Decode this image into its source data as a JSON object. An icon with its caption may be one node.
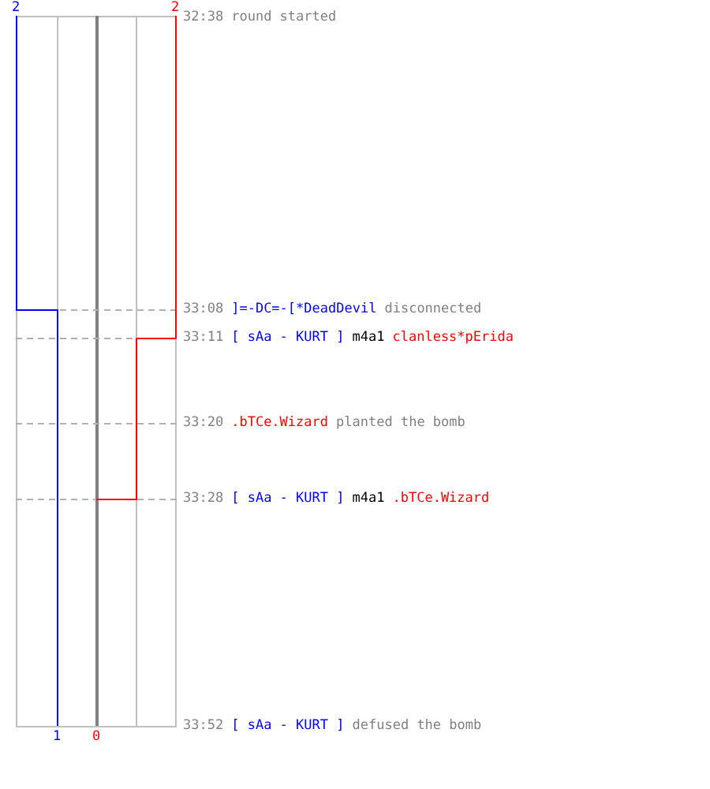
{
  "diagram": {
    "labels": [
      "2",
      "2",
      "32:38",
      "round started",
      "33:08",
      "]=-DC=-[*DeadDevil",
      "disconnected",
      "33:11",
      "[ sAa - KURT ]",
      "m4a1",
      "clanless*pErida",
      "33:20",
      ".bTCe.Wizard",
      "planted the bomb",
      "33:28",
      "[ sAa - KURT ]",
      "m4a1",
      ".bTCe.Wizard",
      "33:52",
      "[ sAa - KURT ]",
      "defused the bomb",
      "1",
      "0"
    ]
  }
}
